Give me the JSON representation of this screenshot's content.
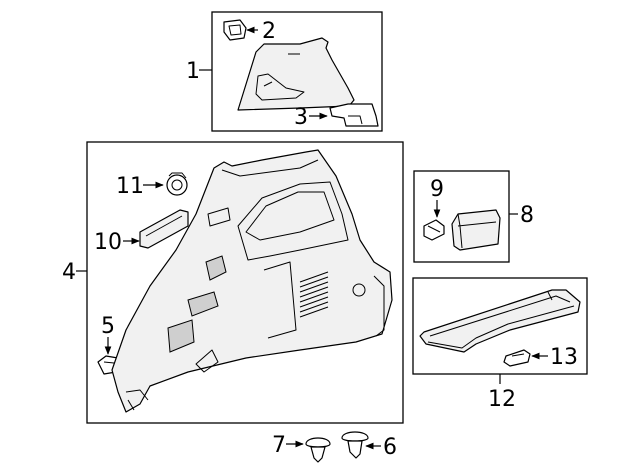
{
  "callouts": {
    "c1": "1",
    "c2": "2",
    "c3": "3",
    "c4": "4",
    "c5": "5",
    "c6": "6",
    "c7": "7",
    "c8": "8",
    "c9": "9",
    "c10": "10",
    "c11": "11",
    "c12": "12",
    "c13": "13"
  },
  "colors": {
    "line": "#000000",
    "part_fill": "#f1f1f1",
    "background": "#ffffff"
  }
}
